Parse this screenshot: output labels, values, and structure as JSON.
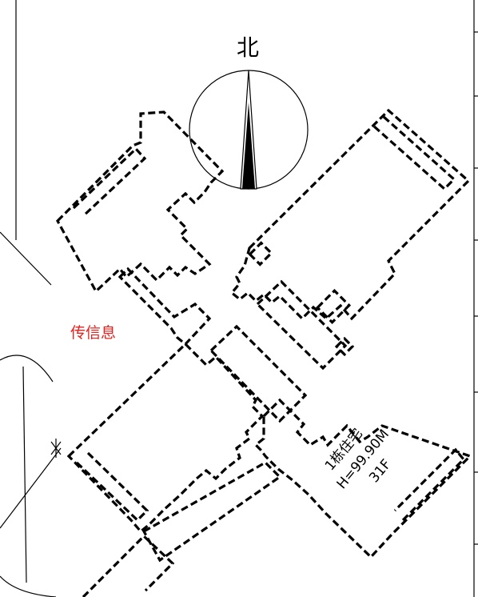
{
  "compass": {
    "label": "北"
  },
  "note": {
    "text": "传信息"
  },
  "building": {
    "name": "1栋住宅",
    "height": "H=99.90M",
    "floors": "31F"
  },
  "colors": {
    "line": "#000000",
    "note": "#e8211d",
    "background": "#ffffff"
  }
}
